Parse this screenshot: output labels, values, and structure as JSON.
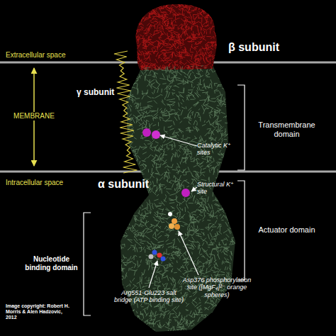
{
  "diagram": {
    "labels": [
      "Extracellular space",
      "β subunit",
      "MEMBRANE",
      "γ subunit",
      "Transmembrane domain",
      "Catalytic K⁺ sites",
      "Intracellular space",
      "α subunit",
      "Structural K⁺ site",
      "Actuator domain",
      "Nucleotide binding domain",
      "Arg551-Glu223 salt bridge (ATP binding site)",
      "Asp376 phosphorylation site ([MgF₄]²⁻ orange spheres)",
      "Image copyright: Robert H. Morris & Alen Hadzovic, 2012"
    ]
  }
}
